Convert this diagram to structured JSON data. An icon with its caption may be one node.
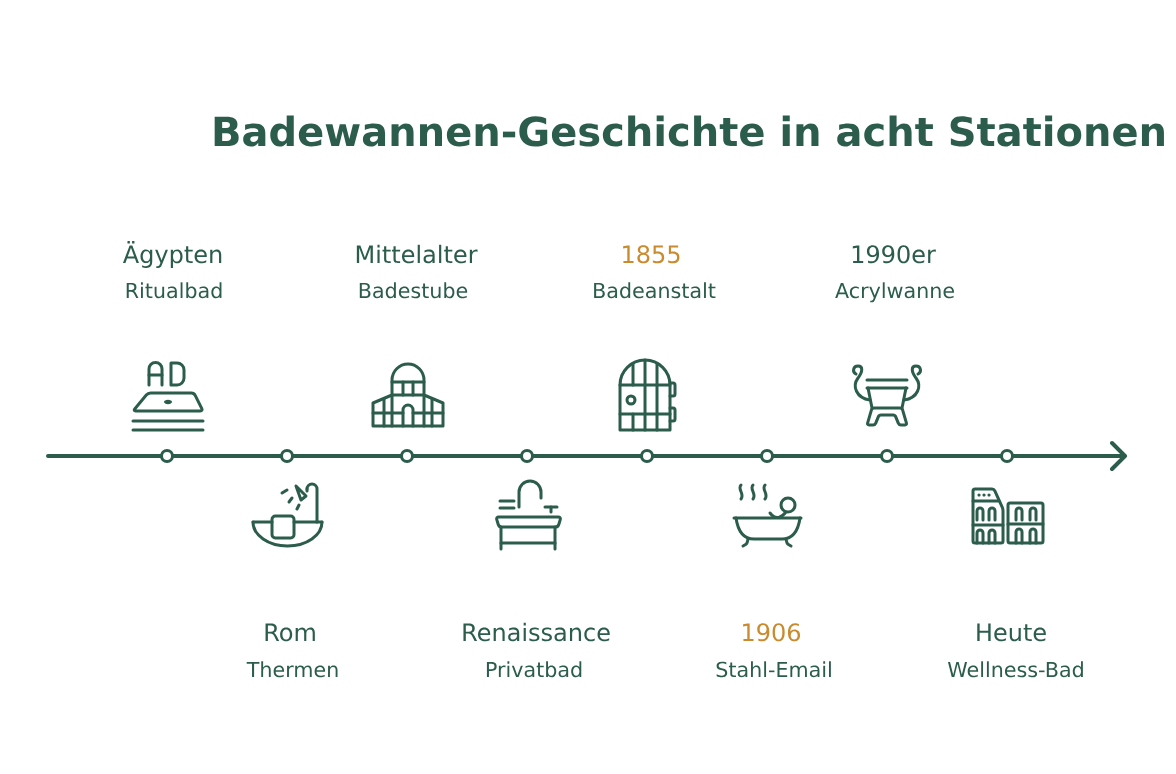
{
  "diagram": {
    "title": "Badewannen-Geschichte in acht Stationen",
    "labels": [
      "Ägypten",
      "Ritualbad",
      "Mittelalter",
      "Badestube",
      "1855",
      "Badeanstalt",
      "1990er",
      "Acrylwanne",
      "Rom",
      "Thermen",
      "Renaissance",
      "Privatbad",
      "1906",
      "Stahl-Email",
      "Heute",
      "Wellness-Bad"
    ]
  }
}
